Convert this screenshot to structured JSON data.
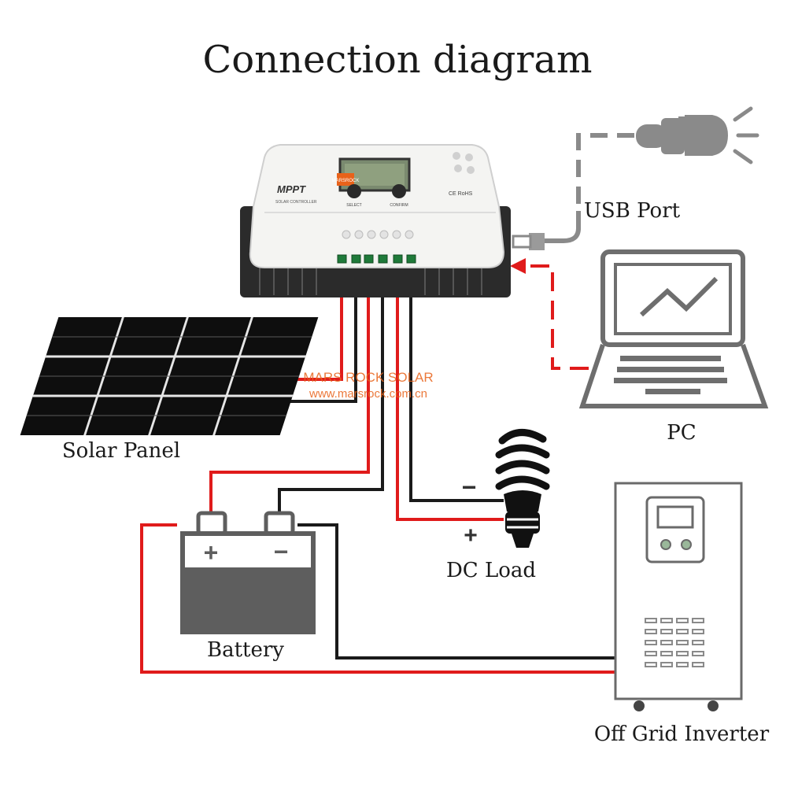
{
  "title": "Connection diagram",
  "labels": {
    "usb_port": "USB Port",
    "pc": "PC",
    "solar_panel": "Solar Panel",
    "battery": "Battery",
    "dc_load": "DC Load",
    "inverter": "Off Grid Inverter"
  },
  "controller": {
    "brand": "MPPT",
    "subtitle": "SOLAR CONTROLLER",
    "badge": "MARSROCK",
    "select_label": "SELECT",
    "confirm_label": "CONFIRM",
    "cert": "CE RoHS"
  },
  "watermark": {
    "name": "MARS ROCK SOLAR",
    "url": "www.marsrock.com.cn"
  },
  "symbols": {
    "battery_plus": "+",
    "battery_minus": "−",
    "load_plus": "+",
    "load_minus": "−"
  },
  "colors": {
    "positive_wire": "#e01b1b",
    "negative_wire": "#1a1a1a",
    "component_gray": "#6e6e6e",
    "watermark": "#e8621a"
  }
}
